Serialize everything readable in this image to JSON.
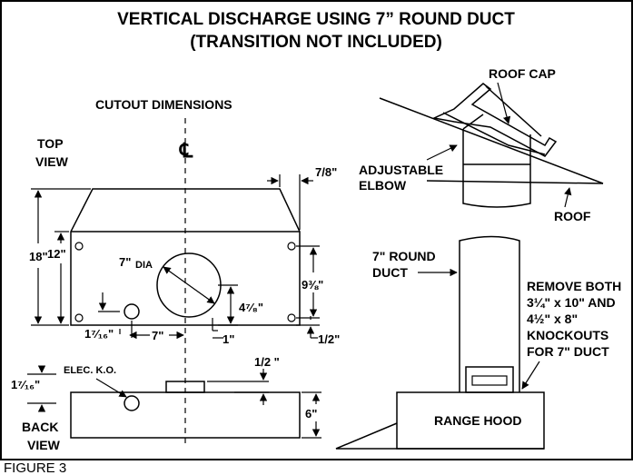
{
  "title": {
    "line1": "VERTICAL DISCHARGE USING 7” ROUND DUCT",
    "line2": "(TRANSITION NOT INCLUDED)"
  },
  "left": {
    "heading": "CUTOUT DIMENSIONS",
    "top_view": [
      "TOP",
      "VIEW"
    ],
    "back_view": [
      "BACK",
      "VIEW"
    ],
    "centerline_symbol": "℄",
    "dims": {
      "total_height": "18\"",
      "inner_height": "12\"",
      "right_offset": "7/8\"",
      "right_height": "9⅜\"",
      "dia": "7\"",
      "dia_suffix": "DIA",
      "circle_offset": "4⁷⁄₈\"",
      "left_offset": "1⁷⁄₁₆\"",
      "center_offset": "7\"",
      "one_inch": "1\"",
      "half_inch_right": "1/2\"",
      "half_inch_back": "1/2 \"",
      "back_left": "1⁷⁄₁₆\"",
      "back_height": "6\""
    },
    "elec_ko": "ELEC. K.O."
  },
  "right": {
    "roof_cap": "ROOF CAP",
    "adjustable_elbow": [
      "ADJUSTABLE",
      "ELBOW"
    ],
    "roof": "ROOF",
    "round_duct": [
      "7\" ROUND",
      "DUCT"
    ],
    "remove_note": [
      "REMOVE BOTH",
      "3¼\" x 10\" AND",
      "4½\" x 8\"",
      "KNOCKOUTS",
      "FOR 7\" DUCT"
    ],
    "range_hood": "RANGE HOOD"
  },
  "caption": "FIGURE 3"
}
